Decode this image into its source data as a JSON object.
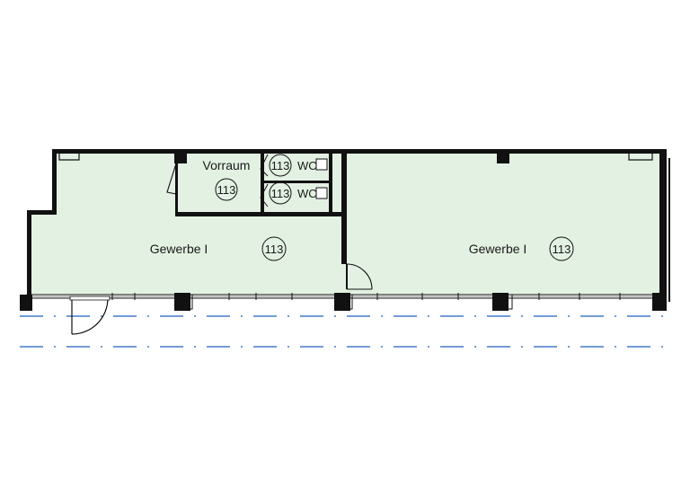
{
  "colors": {
    "floor": "#e3f1e3",
    "wall": "#111111",
    "axis": "#1f5fbf"
  },
  "rooms": {
    "gewerbe_left": {
      "name": "Gewerbe I",
      "number": "113"
    },
    "gewerbe_right": {
      "name": "Gewerbe I",
      "number": "113"
    },
    "vorraum": {
      "name": "Vorraum",
      "number": "113"
    },
    "wc_top": {
      "name": "WC",
      "number": "113"
    },
    "wc_bottom": {
      "name": "WC",
      "number": "113"
    }
  }
}
